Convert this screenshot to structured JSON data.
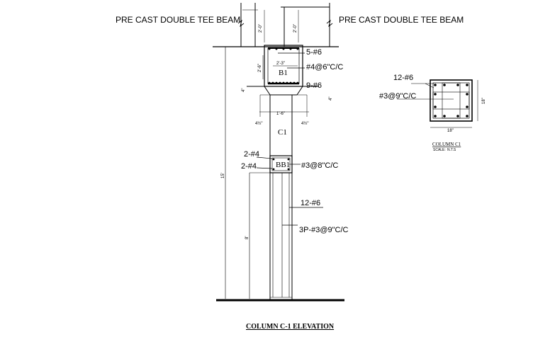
{
  "labels": {
    "beam_left": "PRE CAST DOUBLE TEE BEAM",
    "beam_right": "PRE CAST DOUBLE TEE BEAM",
    "dim_beam_left": "2'-0\"",
    "dim_beam_right": "2'-0\"",
    "top_bars": "5-#6",
    "stirrups_b1": "#4@6\"C/C",
    "beam_b1": "B1",
    "dim_b1_width": "2'-3\"",
    "dim_b1_height": "2'-6\"",
    "bottom_bars": "9-#6",
    "dim_left_ledge": "4\"",
    "dim_right_ledge": "4\"",
    "dim_left_half": "4½\"",
    "dim_right_half": "4½\"",
    "dim_column_width": "1'-6\"",
    "column_c1": "C1",
    "bb1_top_bars": "2-#4",
    "bb1_bottom_bars": "2-#4",
    "beam_bb1": "BB1",
    "stirrups_bb1": "#3@8\"C/C",
    "column_bars": "12-#6",
    "column_ties": "3P-#3@9\"C/C",
    "dim_total_height": "15'",
    "dim_lower_height": "8'",
    "title": "COLUMN C-1 ELEVATION"
  },
  "section": {
    "bars": "12-#6",
    "ties": "#3@9\"C/C",
    "dim_right": "18\"",
    "dim_bottom": "18\"",
    "title": "COLUMN C1",
    "scale_label": "SCALE:",
    "scale_value": "N.T.S"
  }
}
